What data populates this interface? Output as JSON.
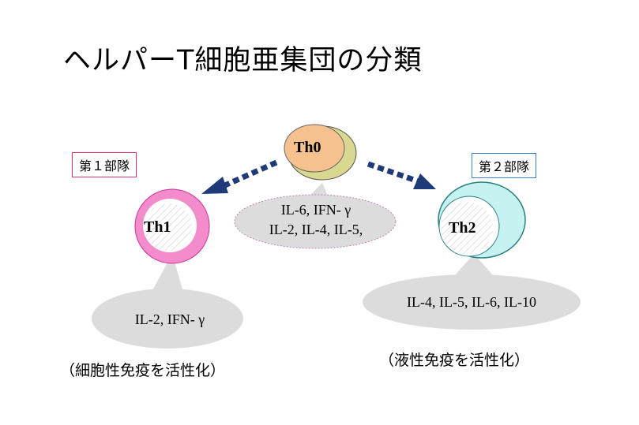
{
  "title": "ヘルパーT細胞亜集団の分類",
  "groups": {
    "left_label": "第１部隊",
    "right_label": "第２部隊"
  },
  "nodes": {
    "th0": "Th0",
    "th1": "Th1",
    "th2": "Th2"
  },
  "cytokines": {
    "center_line1": "IL-6, IFN- γ",
    "center_line2": "IL-2, IL-4, IL-5,",
    "th1": "IL-2, IFN- γ",
    "th2": "IL-4, IL-5, IL-6, IL-10"
  },
  "notes": {
    "th1": "（細胞性免疫を活性化）",
    "th2": "（液性免疫を活性化）"
  },
  "colors": {
    "th0_fill": "#f7c08a",
    "th0_back": "#d9d9a0",
    "th1_ring": "#f08cc8",
    "th2_ring": "#c8f4f4",
    "arrow": "#1f3a78",
    "bubble": "#dcdcdc"
  }
}
